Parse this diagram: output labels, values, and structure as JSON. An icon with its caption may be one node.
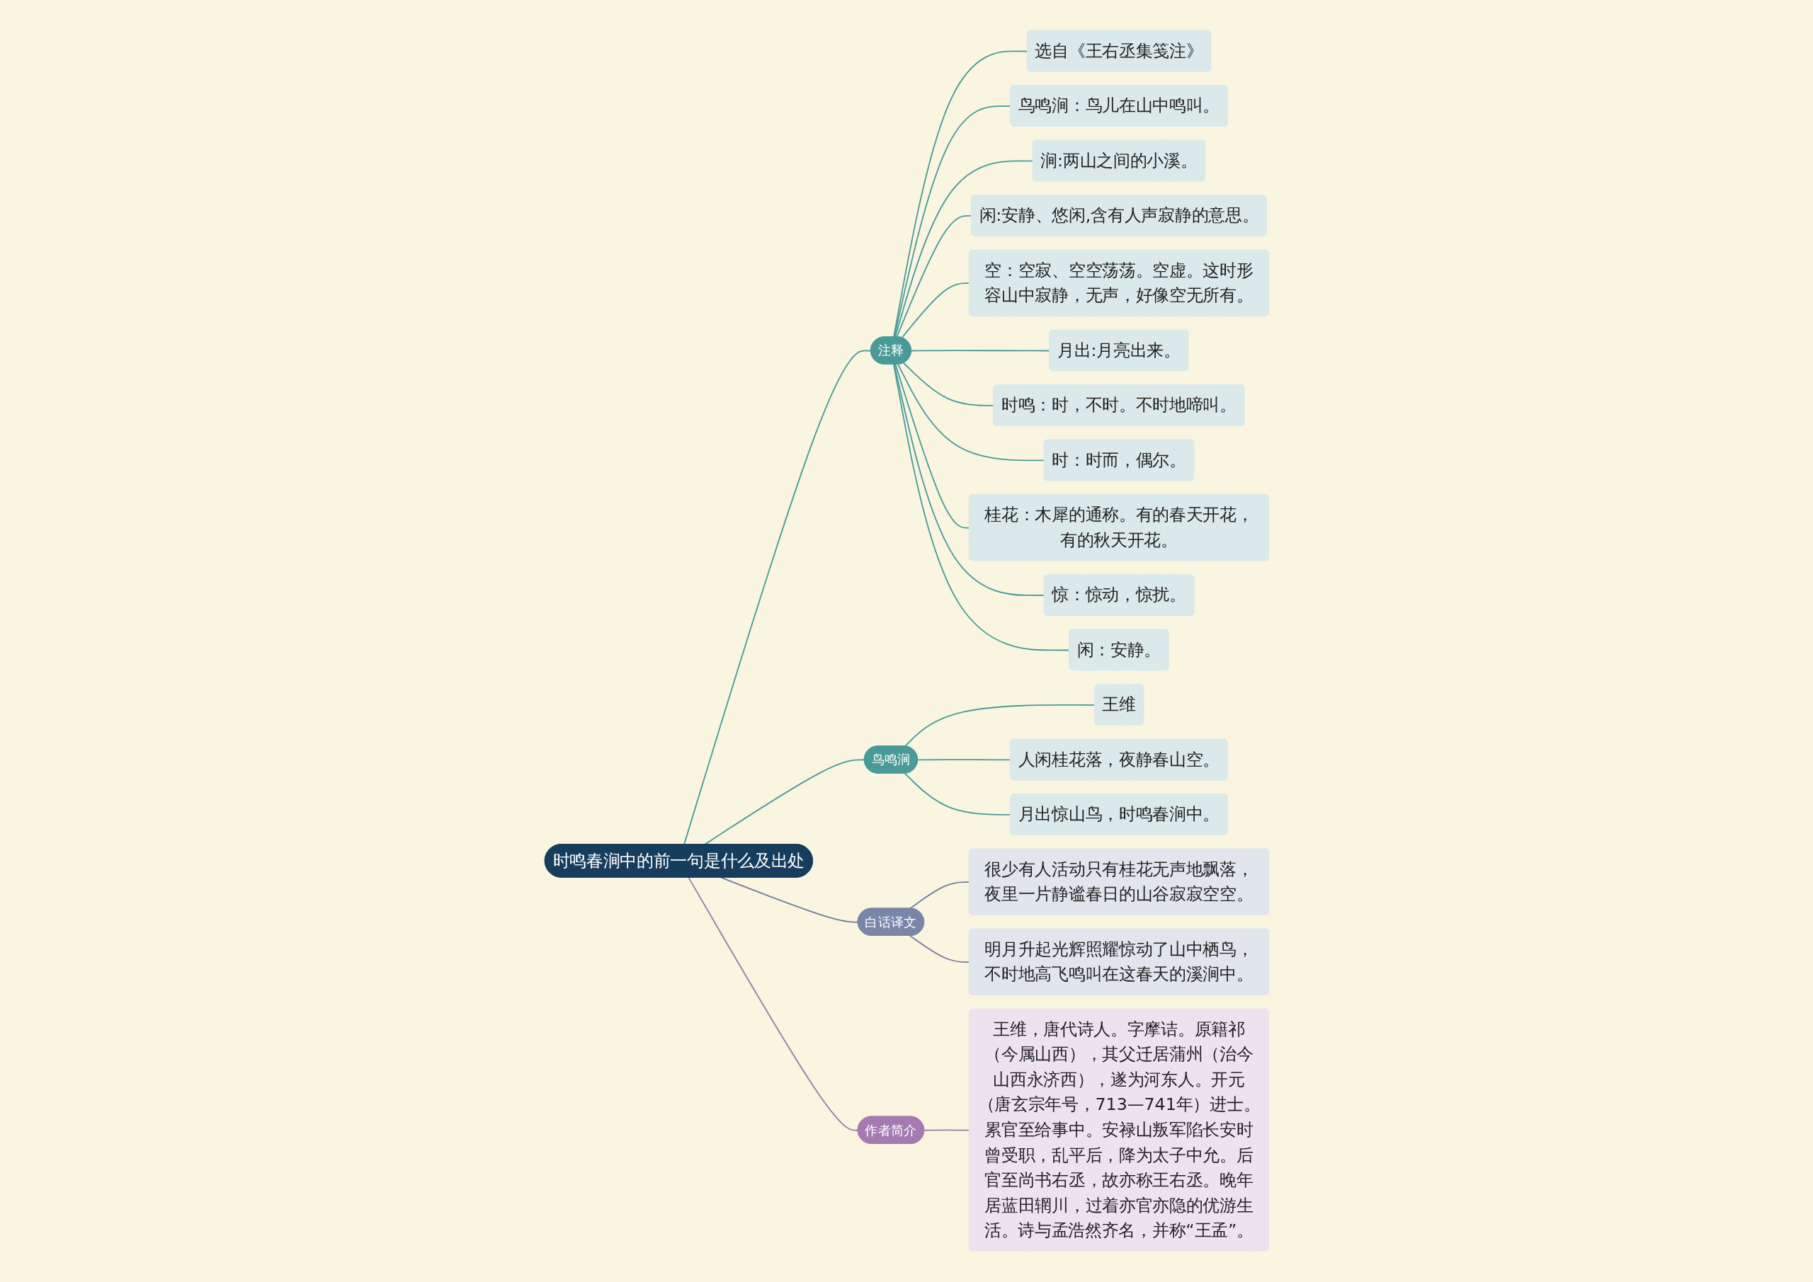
{
  "diagram": {
    "nodes": [
      {
        "text": [
          "时鸣春涧中的前一句是什么及出处"
        ]
      },
      {
        "text": [
          "注释"
        ]
      },
      {
        "text": [
          "选自《王右丞集笺注》"
        ]
      },
      {
        "text": [
          "鸟鸣涧：鸟儿在山中鸣叫。"
        ]
      },
      {
        "text": [
          "涧:两山之间的小溪。"
        ]
      },
      {
        "text": [
          "闲:安静、悠闲,含有人声寂静的意思。"
        ]
      },
      {
        "text": [
          "空：空寂、空空荡荡。空虚。这时形容山中寂静，无声，好像空无所有。"
        ]
      },
      {
        "text": [
          "月出:月亮出来。"
        ]
      },
      {
        "text": [
          "时鸣：时，不时。不时地啼叫。"
        ]
      },
      {
        "text": [
          "时：时而，偶尔。"
        ]
      },
      {
        "text": [
          "桂花：木犀的通称。有的春天开花，有的秋天开花。"
        ]
      },
      {
        "text": [
          "惊：惊动，惊扰。"
        ]
      },
      {
        "text": [
          "闲：安静。"
        ]
      },
      {
        "text": [
          "鸟鸣涧"
        ]
      },
      {
        "text": [
          "王维"
        ]
      },
      {
        "text": [
          "人闲桂花落，夜静春山空。"
        ]
      },
      {
        "text": [
          "月出惊山鸟，时鸣春涧中。"
        ]
      },
      {
        "text": [
          "白话译文"
        ]
      },
      {
        "text": [
          "很少有人活动只有桂花无声地飘落，夜里一片静谧春日的山谷寂寂空空。"
        ]
      },
      {
        "text": [
          "明月升起光辉照耀惊动了山中栖鸟，不时地高飞鸣叫在这春天的溪涧中。"
        ]
      },
      {
        "text": [
          "作者简介"
        ]
      },
      {
        "text": [
          "王维，唐代诗人。字摩诘。原籍祁（今属山西），其父迁居蒲州（治今山西永济西），遂为河东人。开元（唐玄宗年号，713—741年）进士。累官至给事中。安禄山叛军陷长安时曾受职，乱平后，降为太子中允。后官至尚书右丞，故亦称王右丞。晚年居蓝田辋川，过着亦官亦隐的优游生活。诗与孟浩然齐名，并称“王孟”。"
        ]
      }
    ],
    "edges": [
      {
        "from": 0,
        "to": 1,
        "arrow": "none"
      },
      {
        "from": 1,
        "to": 2,
        "arrow": "none"
      },
      {
        "from": 1,
        "to": 3,
        "arrow": "none"
      },
      {
        "from": 1,
        "to": 4,
        "arrow": "none"
      },
      {
        "from": 1,
        "to": 5,
        "arrow": "none"
      },
      {
        "from": 1,
        "to": 6,
        "arrow": "none"
      },
      {
        "from": 1,
        "to": 7,
        "arrow": "none"
      },
      {
        "from": 1,
        "to": 8,
        "arrow": "none"
      },
      {
        "from": 1,
        "to": 9,
        "arrow": "none"
      },
      {
        "from": 1,
        "to": 10,
        "arrow": "none"
      },
      {
        "from": 1,
        "to": 11,
        "arrow": "none"
      },
      {
        "from": 1,
        "to": 12,
        "arrow": "none"
      },
      {
        "from": 0,
        "to": 13,
        "arrow": "none"
      },
      {
        "from": 13,
        "to": 14,
        "arrow": "none"
      },
      {
        "from": 13,
        "to": 15,
        "arrow": "none"
      },
      {
        "from": 13,
        "to": 16,
        "arrow": "none"
      },
      {
        "from": 0,
        "to": 17,
        "arrow": "none",
        "color": "#6f7c9c"
      },
      {
        "from": 17,
        "to": 18,
        "arrow": "none",
        "color": "#6f7c9c"
      },
      {
        "from": 17,
        "to": 19,
        "arrow": "none",
        "color": "#6f7c9c"
      },
      {
        "from": 0,
        "to": 20,
        "arrow": "none",
        "color": "#a07aac"
      },
      {
        "from": 20,
        "to": 21,
        "arrow": "none",
        "color": "#a07aac"
      }
    ]
  }
}
